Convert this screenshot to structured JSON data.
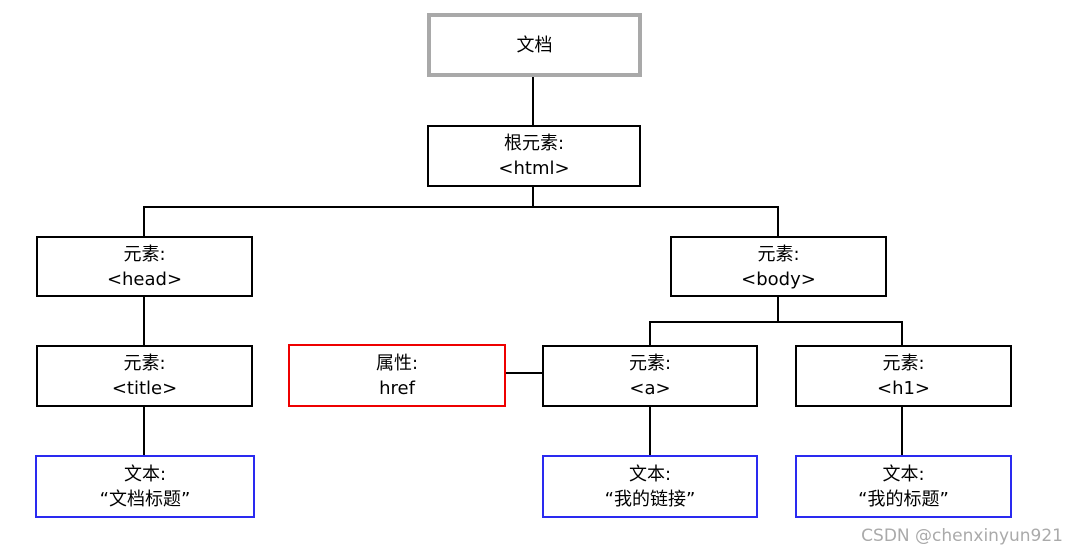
{
  "nodes": {
    "document": {
      "label": "文档"
    },
    "html": {
      "type_label": "根元素:",
      "value": "<html>"
    },
    "head": {
      "type_label": "元素:",
      "value": "<head>"
    },
    "body": {
      "type_label": "元素:",
      "value": "<body>"
    },
    "title": {
      "type_label": "元素:",
      "value": "<title>"
    },
    "href": {
      "type_label": "属性:",
      "value": "href"
    },
    "a": {
      "type_label": "元素:",
      "value": "<a>"
    },
    "h1": {
      "type_label": "元素:",
      "value": "<h1>"
    },
    "text_title": {
      "type_label": "文本:",
      "value": "“文档标题”"
    },
    "text_link": {
      "type_label": "文本:",
      "value": "“我的链接”"
    },
    "text_heading": {
      "type_label": "文本:",
      "value": "“我的标题”"
    }
  },
  "watermark": "CSDN @chenxinyun921",
  "colors": {
    "document_border": "#a9a9a9",
    "element_border": "#000000",
    "attribute_border": "#ee0000",
    "text_border": "#2a2af0",
    "connector": "#000000",
    "watermark": "#aaaaaa"
  }
}
